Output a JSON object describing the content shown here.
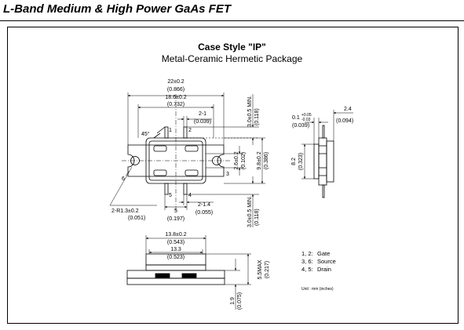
{
  "page": {
    "title": "L-Band Medium & High Power GaAs FET",
    "case_title": "Case Style \"IP\"",
    "case_subtitle": "Metal-Ceramic Hermetic Package"
  },
  "dims": {
    "d22": "22±0.2",
    "d22in": "(0.866)",
    "d186": "18.6±0.2",
    "d186in": "(0.732)",
    "d21": "2-1",
    "d21in": "(0.039)",
    "d3top": "3.0±0.5 MIN.",
    "d3topin": "(0.118)",
    "d01": "0.1",
    "d01tol_hi": "+0.05",
    "d01tol_lo": "-0.03",
    "d01in": "(0.039)",
    "d24": "2.4",
    "d24in": "(0.094)",
    "ang45": "45°",
    "d26": "2.6±0.2",
    "d26in": "(0.102)",
    "d98": "9.8±0.2",
    "d98in": "(0.386)",
    "d82": "8.2",
    "d82in": "(0.323)",
    "r13": "2-R1.3±0.2",
    "r13in": "(0.051)",
    "d214": "2-1.4",
    "d214in": "(0.055)",
    "d5": "5",
    "d5in": "(0.197)",
    "d3bot": "3.0±0.5 MIN.",
    "d3botin": "(0.118)",
    "d138": "13.8±0.2",
    "d138in": "(0.543)",
    "d133": "13.3",
    "d133in": "(0.523)",
    "d55": "5.5MAX",
    "d55in": "(0.217)",
    "d19": "1.9",
    "d19in": "(0.075)"
  },
  "pins": {
    "p1": "1",
    "p2": "2",
    "p3": "3",
    "p4": "4",
    "p5": "5",
    "p6": "6"
  },
  "legend": {
    "g_num": "1, 2:",
    "g_name": "Gate",
    "s_num": "3, 6:",
    "s_name": "Source",
    "d_num": "4, 5:",
    "d_name": "Drain",
    "unit": "Unit : mm (inches)"
  }
}
